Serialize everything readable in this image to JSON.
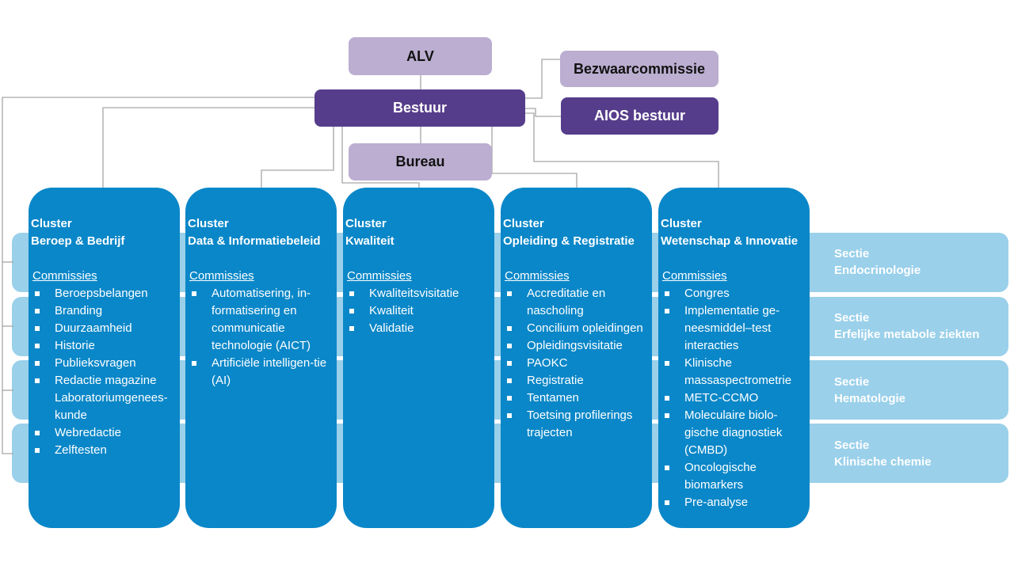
{
  "colors": {
    "governance_light": "#bbaed0",
    "governance_dark": "#563d8b",
    "cluster": "#0a87c8",
    "section": "#9ad0ea",
    "connector": "#a6a6a6"
  },
  "governance": {
    "alv": "ALV",
    "bestuur": "Bestuur",
    "bezwaarcommissie": "Bezwaarcommissie",
    "aios_bestuur": "AIOS bestuur",
    "bureau": "Bureau"
  },
  "clusters": [
    {
      "prefix": "Cluster",
      "name": "Beroep & Bedrijf",
      "subheading": "Commissies",
      "items": [
        "Beroepsbelangen",
        "Branding",
        "Duurzaamheid",
        "Historie",
        "Publieksvragen",
        "Redactie magazine Laboratoriumgenees-kunde",
        "Webredactie",
        "Zelftesten"
      ]
    },
    {
      "prefix": "Cluster",
      "name": "Data & Informatiebeleid",
      "subheading": "Commissies",
      "items": [
        "Automatisering, in-formatisering en communicatie technologie (AICT)",
        "Artificiële intelligen-tie (AI)"
      ]
    },
    {
      "prefix": "Cluster",
      "name": "Kwaliteit",
      "subheading": "Commissies",
      "items": [
        "Kwaliteitsvisitatie",
        "Kwaliteit",
        "Validatie"
      ]
    },
    {
      "prefix": "Cluster",
      "name": "Opleiding & Registratie",
      "subheading": "Commissies",
      "items": [
        "Accreditatie en nascholing",
        "Concilium opleidingen",
        "Opleidingsvisitatie",
        "PAOKC",
        "Registratie",
        "Tentamen",
        "Toetsing profilerings trajecten"
      ]
    },
    {
      "prefix": "Cluster",
      "name": "Wetenschap & Innovatie",
      "subheading": "Commissies",
      "items": [
        "Congres",
        "Implementatie ge-neesmiddel–test interacties",
        "Klinische massaspectrometrie",
        "METC-CCMO",
        "Moleculaire biolo-gische diagnostiek (CMBD)",
        "Oncologische biomarkers",
        "Pre-analyse"
      ]
    }
  ],
  "sections": [
    {
      "prefix": "Sectie",
      "name": "Endocrinologie"
    },
    {
      "prefix": "Sectie",
      "name": "Erfelijke metabole ziekten"
    },
    {
      "prefix": "Sectie",
      "name": "Hematologie"
    },
    {
      "prefix": "Sectie",
      "name": "Klinische chemie"
    }
  ]
}
